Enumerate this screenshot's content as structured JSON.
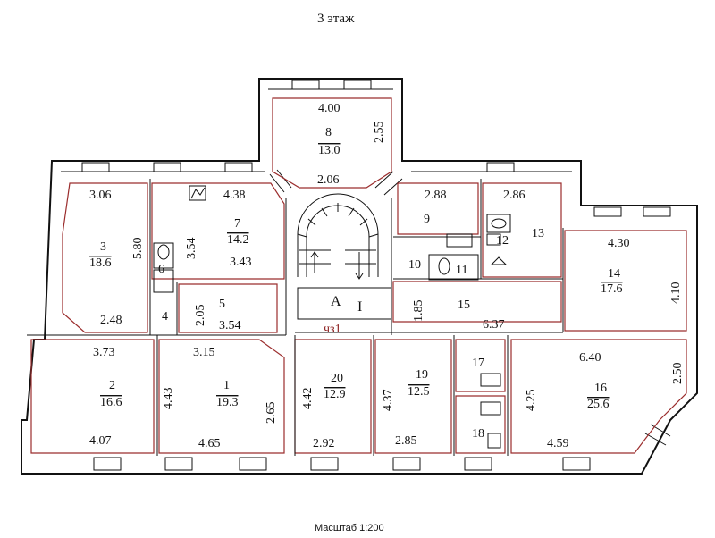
{
  "title": "3 этаж",
  "scale_label": "Масштаб 1:200",
  "stair_label": "А",
  "stair_mark": "I",
  "red_label": "чз1",
  "rooms": [
    {
      "id": "1",
      "number": "1",
      "area": "19.3"
    },
    {
      "id": "2",
      "number": "2",
      "area": "16.6"
    },
    {
      "id": "3",
      "number": "3",
      "area": "18.6"
    },
    {
      "id": "4",
      "number": "4"
    },
    {
      "id": "5",
      "number": "5"
    },
    {
      "id": "6",
      "number": "6"
    },
    {
      "id": "7",
      "number": "7",
      "area": "14.2"
    },
    {
      "id": "8",
      "number": "8",
      "area": "13.0"
    },
    {
      "id": "9",
      "number": "9"
    },
    {
      "id": "10",
      "number": "10"
    },
    {
      "id": "11",
      "number": "11"
    },
    {
      "id": "12",
      "number": "12"
    },
    {
      "id": "13",
      "number": "13"
    },
    {
      "id": "14",
      "number": "14",
      "area": "17.6"
    },
    {
      "id": "15",
      "number": "15"
    },
    {
      "id": "16",
      "number": "16",
      "area": "25.6"
    },
    {
      "id": "17",
      "number": "17"
    },
    {
      "id": "18",
      "number": "18"
    },
    {
      "id": "19",
      "number": "19",
      "area": "12.5"
    },
    {
      "id": "20",
      "number": "20",
      "area": "12.9"
    }
  ],
  "dimensions": [
    "4.00",
    "2.55",
    "2.06",
    "3.06",
    "4.38",
    "5.80",
    "3.54",
    "3.43",
    "2.48",
    "2.88",
    "2.86",
    "4.30",
    "4.10",
    "2.05",
    "3.54",
    "1.85",
    "6.37",
    "3.73",
    "3.15",
    "4.43",
    "2.65",
    "4.07",
    "4.65",
    "4.42",
    "2.92",
    "4.37",
    "2.85",
    "6.40",
    "2.50",
    "4.25",
    "4.59"
  ]
}
